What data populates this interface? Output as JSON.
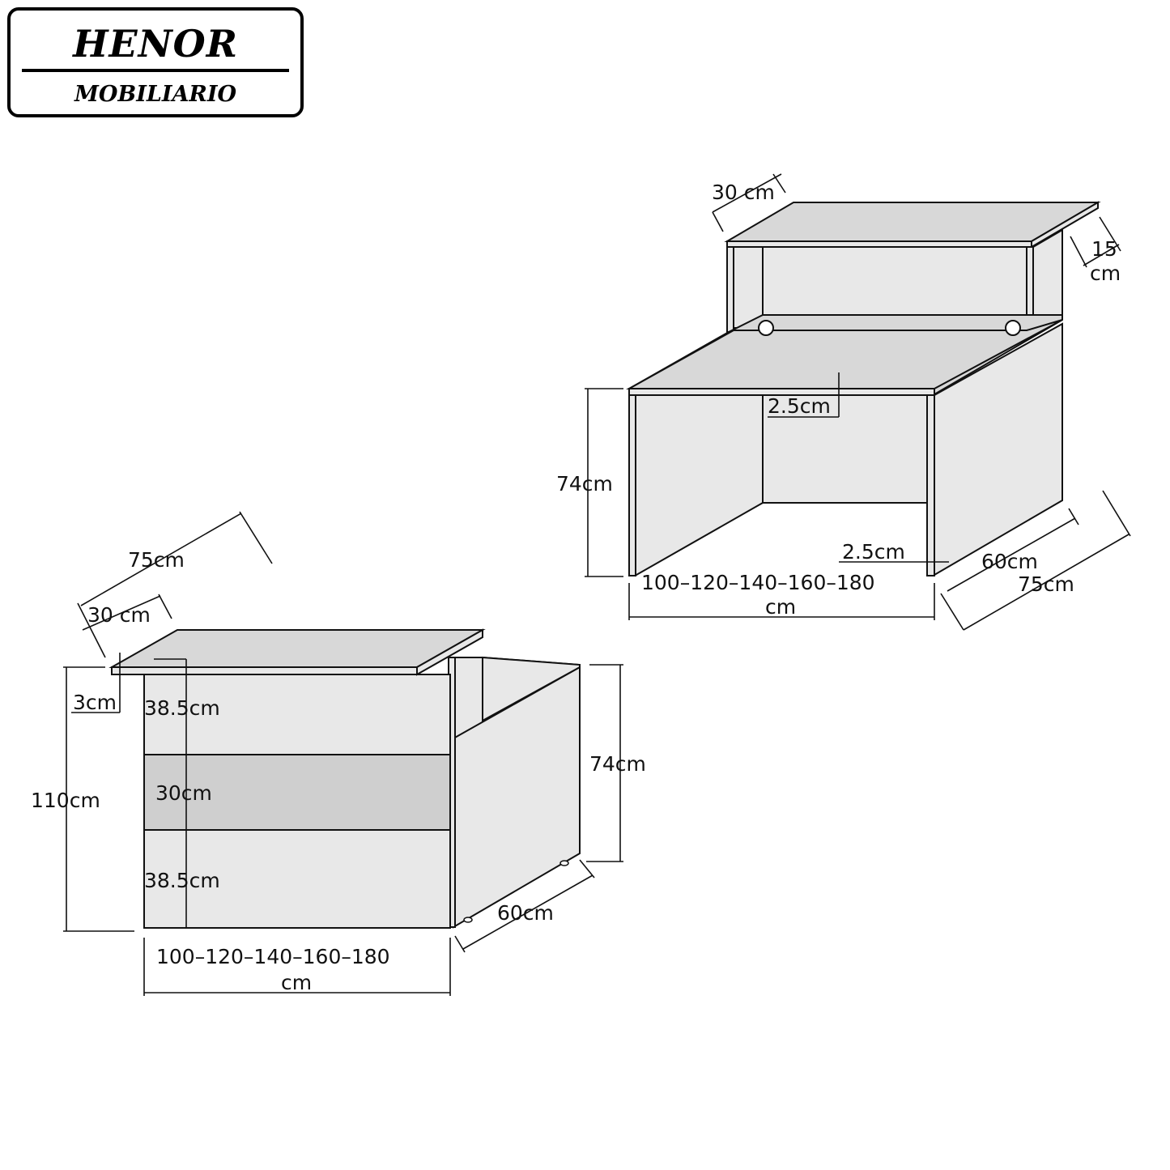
{
  "logo": {
    "title": "HENOR",
    "subtitle": "MOBILIARIO"
  },
  "colors": {
    "panel": "#e8e8e8",
    "panel_dark": "#cfcfcf",
    "top": "#d8d8d8",
    "line": "#111111"
  },
  "back_view": {
    "shelf_width": "30  cm",
    "shelf_height_value": "15",
    "shelf_height_unit": "cm",
    "top_thickness": "2.5cm",
    "height": "74cm",
    "side_thickness": "2.5cm",
    "width_values": "100–120–140–160–180",
    "width_unit": "cm",
    "depth_inner": "60cm",
    "depth_total": "75cm"
  },
  "front_view": {
    "depth_total": "75cm",
    "shelf_width": "30  cm",
    "top_thickness": "3cm",
    "total_height": "110cm",
    "panel_top": "38.5cm",
    "panel_middle": "30cm",
    "panel_bottom": "38.5cm",
    "desk_height": "74cm",
    "depth_inner": "60cm",
    "width_values": "100–120–140–160–180",
    "width_unit": "cm"
  }
}
